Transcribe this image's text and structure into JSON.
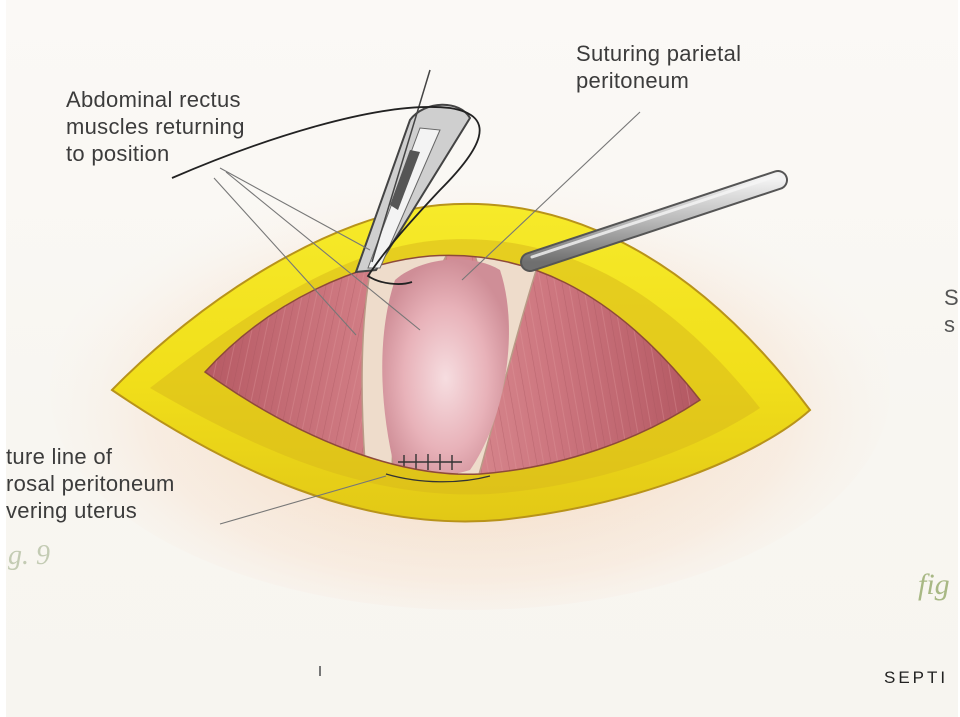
{
  "labels": {
    "rectus": [
      "Abdominal rectus",
      "muscles returning",
      "to position"
    ],
    "suturing": [
      "Suturing parietal",
      "peritoneum"
    ],
    "suture_line": [
      "ture line of",
      "rosal peritoneum",
      "vering uterus"
    ],
    "right_edge": [
      "S",
      "s"
    ]
  },
  "figure_left": "g. 9",
  "figure_right": "fig",
  "footer": "SEPTI",
  "colors": {
    "fat": "#f2e21a",
    "fat_shadow": "#c9a712",
    "muscle": "#c9707a",
    "uterus": "#e9b7be",
    "peritoneum": "#ecd9c6",
    "label_text": "#3c3c3c",
    "figure_left_text": "#c3cbb3",
    "figure_right_text": "#a8b884"
  },
  "icons": [
    "forceps-icon",
    "retractor-icon",
    "suture-thread-icon"
  ]
}
